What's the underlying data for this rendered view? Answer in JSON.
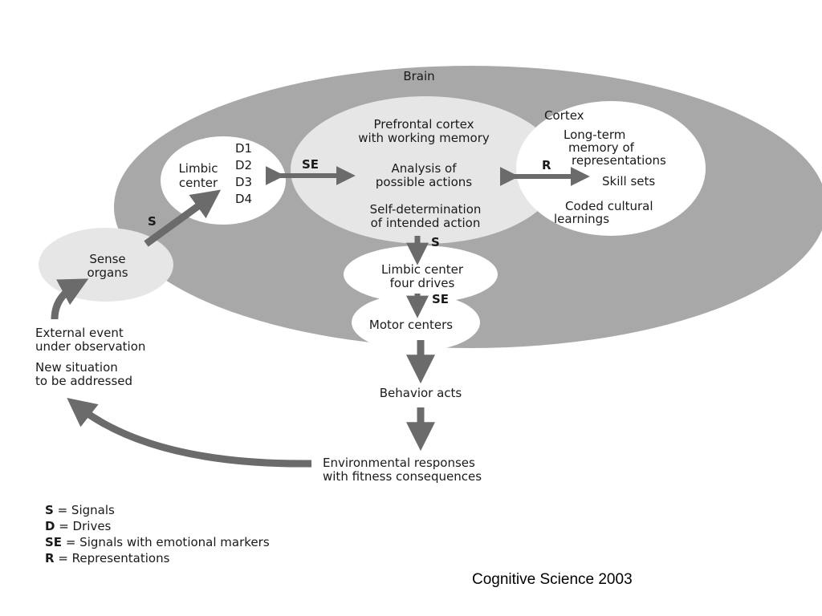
{
  "title": "Brain",
  "limbic": {
    "line1": "Limbic",
    "line2": "center",
    "drives": [
      "D1",
      "D2",
      "D3",
      "D4"
    ]
  },
  "prefrontal": {
    "line1": "Prefrontal cortex",
    "line2": "with working memory",
    "line3": "Analysis of",
    "line4": "possible actions",
    "line5": "Self-determination",
    "line6": "of intended action"
  },
  "cortex": {
    "line1": "Cortex",
    "line2": "Long-term",
    "line3": "memory of",
    "line4": "representations",
    "line5": "Skill sets",
    "line6": "Coded cultural",
    "line7": "learnings"
  },
  "limbic_drives": {
    "line1": "Limbic center",
    "line2": "four drives"
  },
  "motor": "Motor centers",
  "sense": {
    "line1": "Sense",
    "line2": "organs"
  },
  "external": {
    "line1": "External event",
    "line2": "under observation",
    "line3": "New situation",
    "line4": "to be addressed"
  },
  "behavior": "Behavior acts",
  "environment": {
    "line1": "Environmental responses",
    "line2": "with fitness consequences"
  },
  "arrow_labels": {
    "se_left": "SE",
    "r": "R",
    "s_sense": "S",
    "s_down": "S",
    "se_down": "SE"
  },
  "legend": [
    {
      "key": "S",
      "text": " = Signals"
    },
    {
      "key": "D",
      "text": " = Drives"
    },
    {
      "key": "SE",
      "text": " = Signals with emotional markers"
    },
    {
      "key": "R",
      "text": " = Representations"
    }
  ],
  "caption": "Cognitive Science 2003",
  "colors": {
    "brain": "#a8a8a8",
    "inner": "#e6e6e6",
    "white": "#ffffff",
    "arrow": "#6b6b6b"
  }
}
